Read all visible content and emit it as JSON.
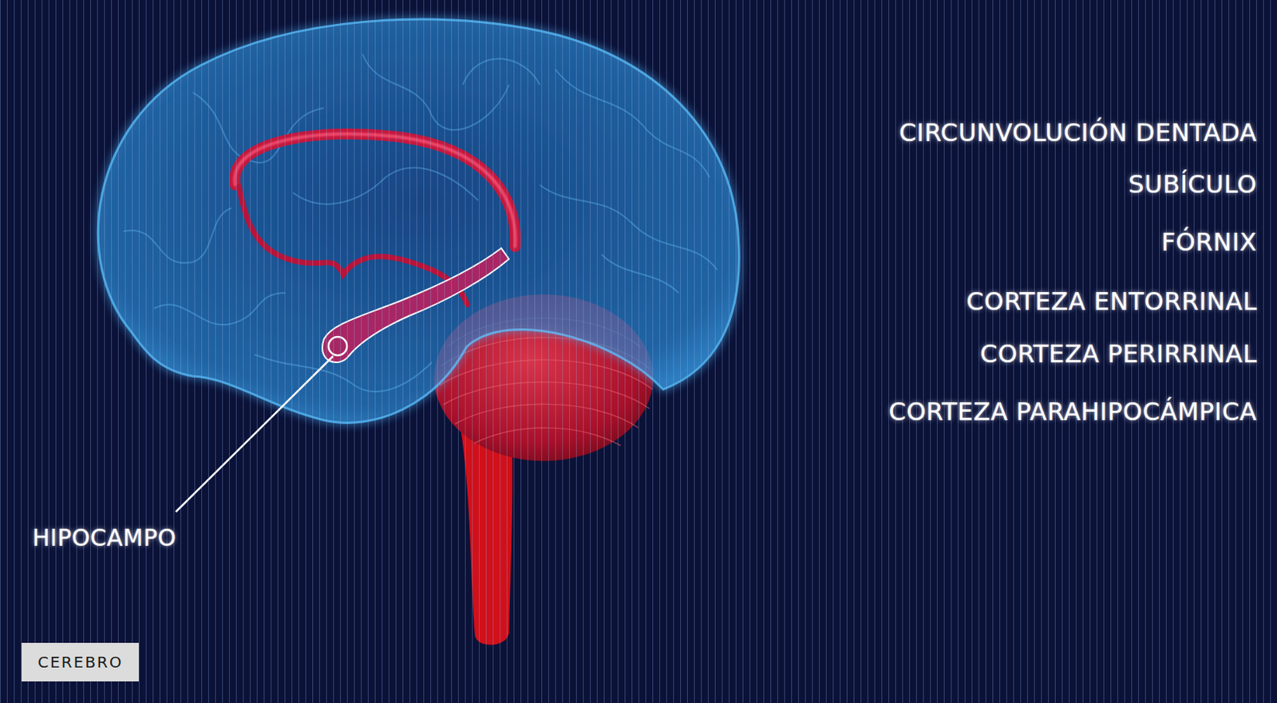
{
  "diagram": {
    "nodes": [
      {
        "text": [
          "CEREBRO"
        ]
      }
    ],
    "labels": [
      "CIRCUNVOLUCIÓN DENTADA",
      "SUBÍCULO",
      "FÓRNIX",
      "CORTEZA ENTORRINAL",
      "CORTEZA PERIRRINAL",
      "CORTEZA PARAHIPOCÁMPICA",
      "HIPOCAMPO"
    ]
  }
}
